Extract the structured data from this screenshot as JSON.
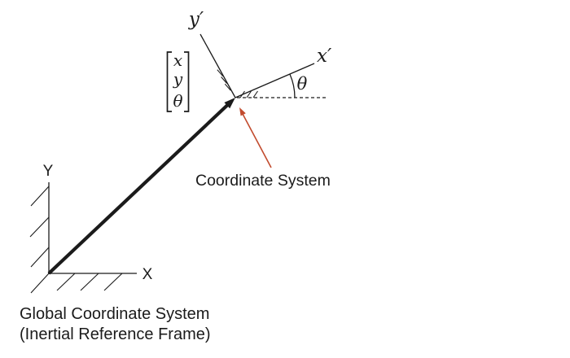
{
  "background": "#ffffff",
  "colors": {
    "ink": "#1b1b1b",
    "accent_red": "#c24b2e"
  },
  "local_frame": {
    "y_prime_label": "y′",
    "x_prime_label": "x′",
    "theta_label": "θ"
  },
  "state_vector": {
    "rows": [
      "x",
      "y",
      "θ"
    ]
  },
  "annotation": {
    "coordinate_system_label": "Coordinate System"
  },
  "global_frame": {
    "x_axis_label": "X",
    "y_axis_label": "Y",
    "caption_line1": "Global Coordinate System",
    "caption_line2": "(Inertial Reference Frame)"
  }
}
